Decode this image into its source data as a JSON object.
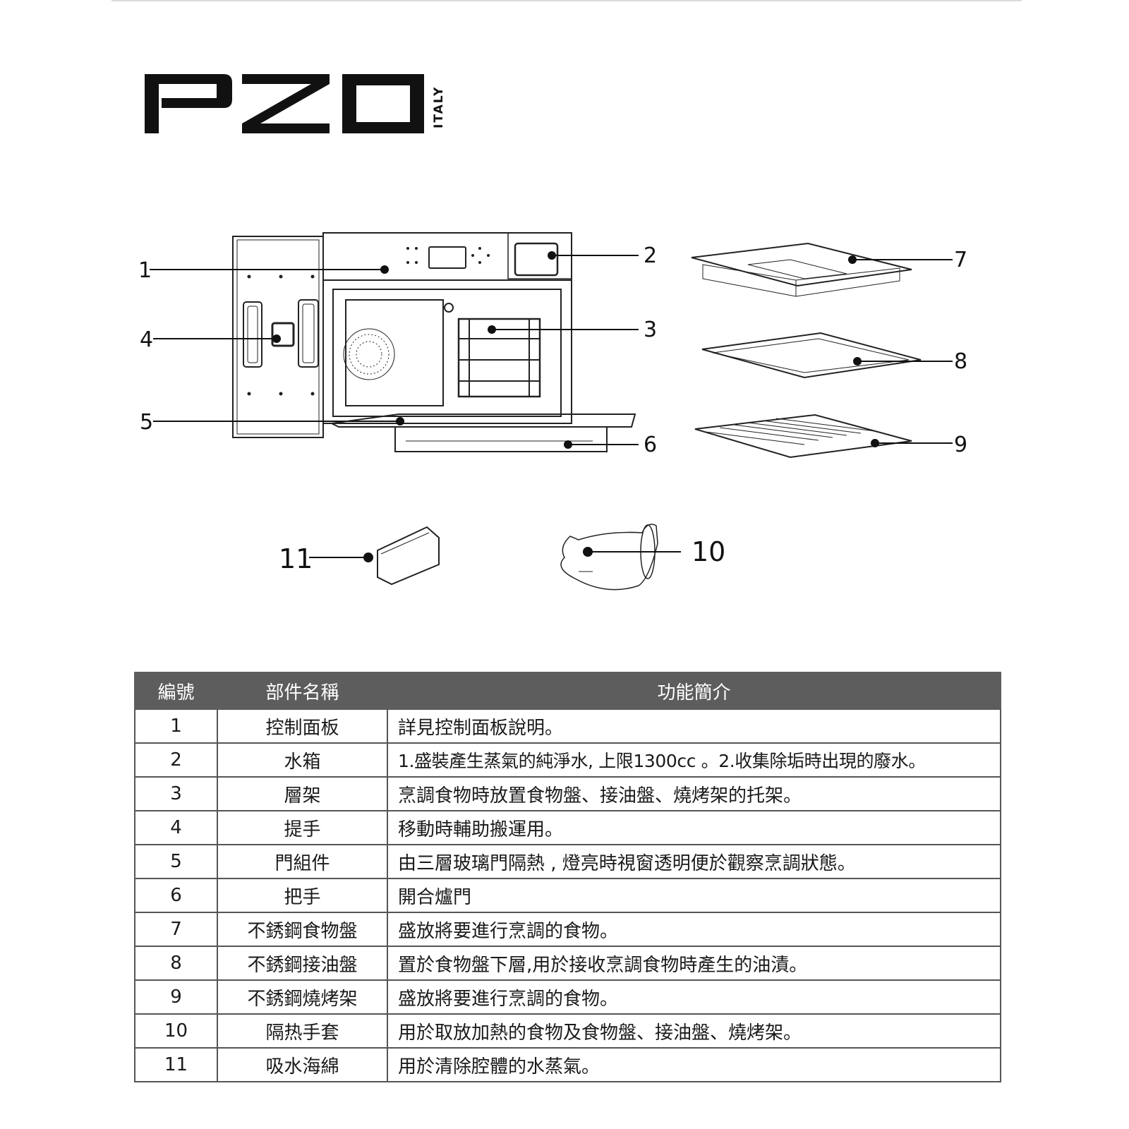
{
  "brand": {
    "logo_text": "PZO",
    "sub_text": "ITALY"
  },
  "callouts": [
    "1",
    "2",
    "3",
    "4",
    "5",
    "6",
    "7",
    "8",
    "9",
    "10",
    "11"
  ],
  "table": {
    "headers": [
      "編號",
      "部件名稱",
      "功能簡介"
    ],
    "rows": [
      {
        "num": "1",
        "name": "控制面板",
        "desc": "詳見控制面板說明。"
      },
      {
        "num": "2",
        "name": "水箱",
        "desc": "1.盛裝產生蒸氣的純淨水, 上限1300cc 。2.收集除垢時出現的廢水。"
      },
      {
        "num": "3",
        "name": "層架",
        "desc": "烹調食物時放置食物盤、接油盤、燒烤架的托架。"
      },
      {
        "num": "4",
        "name": "提手",
        "desc": "移動時輔助搬運用。"
      },
      {
        "num": "5",
        "name": "門組件",
        "desc": "由三層玻璃門隔熱 , 燈亮時視窗透明便於觀察烹調狀態。"
      },
      {
        "num": "6",
        "name": "把手",
        "desc": "開合爐門"
      },
      {
        "num": "7",
        "name": "不銹鋼食物盤",
        "desc": "盛放將要進行烹調的食物。"
      },
      {
        "num": "8",
        "name": "不銹鋼接油盤",
        "desc": "置於食物盤下層,用於接收烹調食物時產生的油漬。"
      },
      {
        "num": "9",
        "name": "不銹鋼燒烤架",
        "desc": "盛放將要進行烹調的食物。"
      },
      {
        "num": "10",
        "name": "隔热手套",
        "desc": "用於取放加熱的食物及食物盤、接油盤、燒烤架。"
      },
      {
        "num": "11",
        "name": "吸水海綿",
        "desc": "用於清除腔體的水蒸氣。"
      }
    ]
  }
}
